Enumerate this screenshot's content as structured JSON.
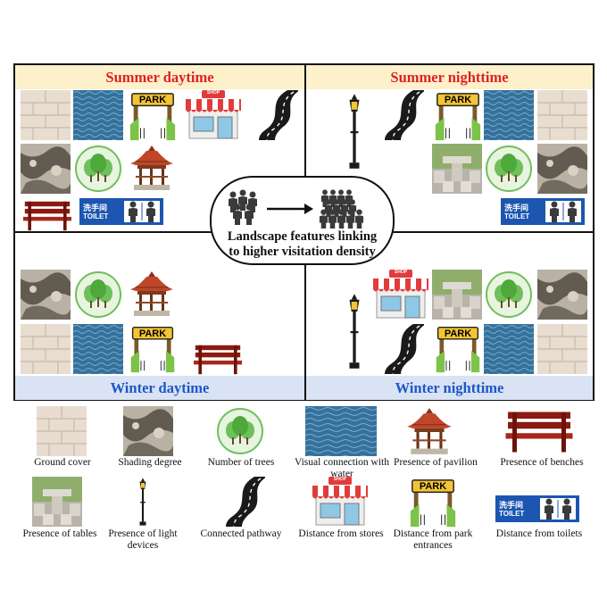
{
  "quadrants": {
    "summer_day": "Summer daytime",
    "summer_night": "Summer nighttime",
    "winter_day": "Winter daytime",
    "winter_night": "Winter nighttime"
  },
  "center": {
    "line1": "Landscape features linking",
    "line2": "to higher visitation density"
  },
  "signs": {
    "park": "PARK",
    "shop": "SHOP",
    "toilet_cn": "洗手间",
    "toilet_en": "TOILET"
  },
  "legend": {
    "ground_cover": "Ground cover",
    "shading": "Shading degree",
    "trees": "Number of trees",
    "water": "Visual connection with water",
    "pavilion": "Presence of pavilion",
    "benches": "Presence of benches",
    "tables": "Presence of tables",
    "lights": "Presence of light devices",
    "pathway": "Connected pathway",
    "stores": "Distance from stores",
    "entrances": "Distance from park entrances",
    "toilets": "Distance from toilets"
  },
  "colors": {
    "summer_title": "#e02020",
    "winter_title": "#1e56c8",
    "summer_band": "#fdf1cc",
    "winter_band": "#d9e3f3"
  }
}
